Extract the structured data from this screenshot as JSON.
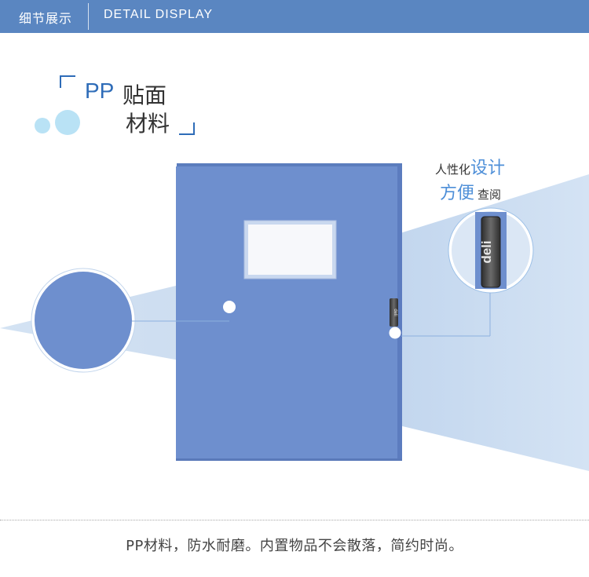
{
  "header": {
    "title_cn": "细节展示",
    "title_en": "DETAIL DISPLAY"
  },
  "title": {
    "pp": "PP",
    "line1": "贴面",
    "line2": "材料"
  },
  "callout": {
    "part1": "人性化",
    "part2": "设计",
    "part3": "方便",
    "part4": "查阅"
  },
  "logo_text": "deli",
  "caption": "PP材料，防水耐磨。内置物品不会散落，简约时尚。",
  "colors": {
    "header": "#5a86c1",
    "folder": "#6e8fce",
    "accent": "#4e8fd8",
    "beam": "#c6d8ee"
  }
}
